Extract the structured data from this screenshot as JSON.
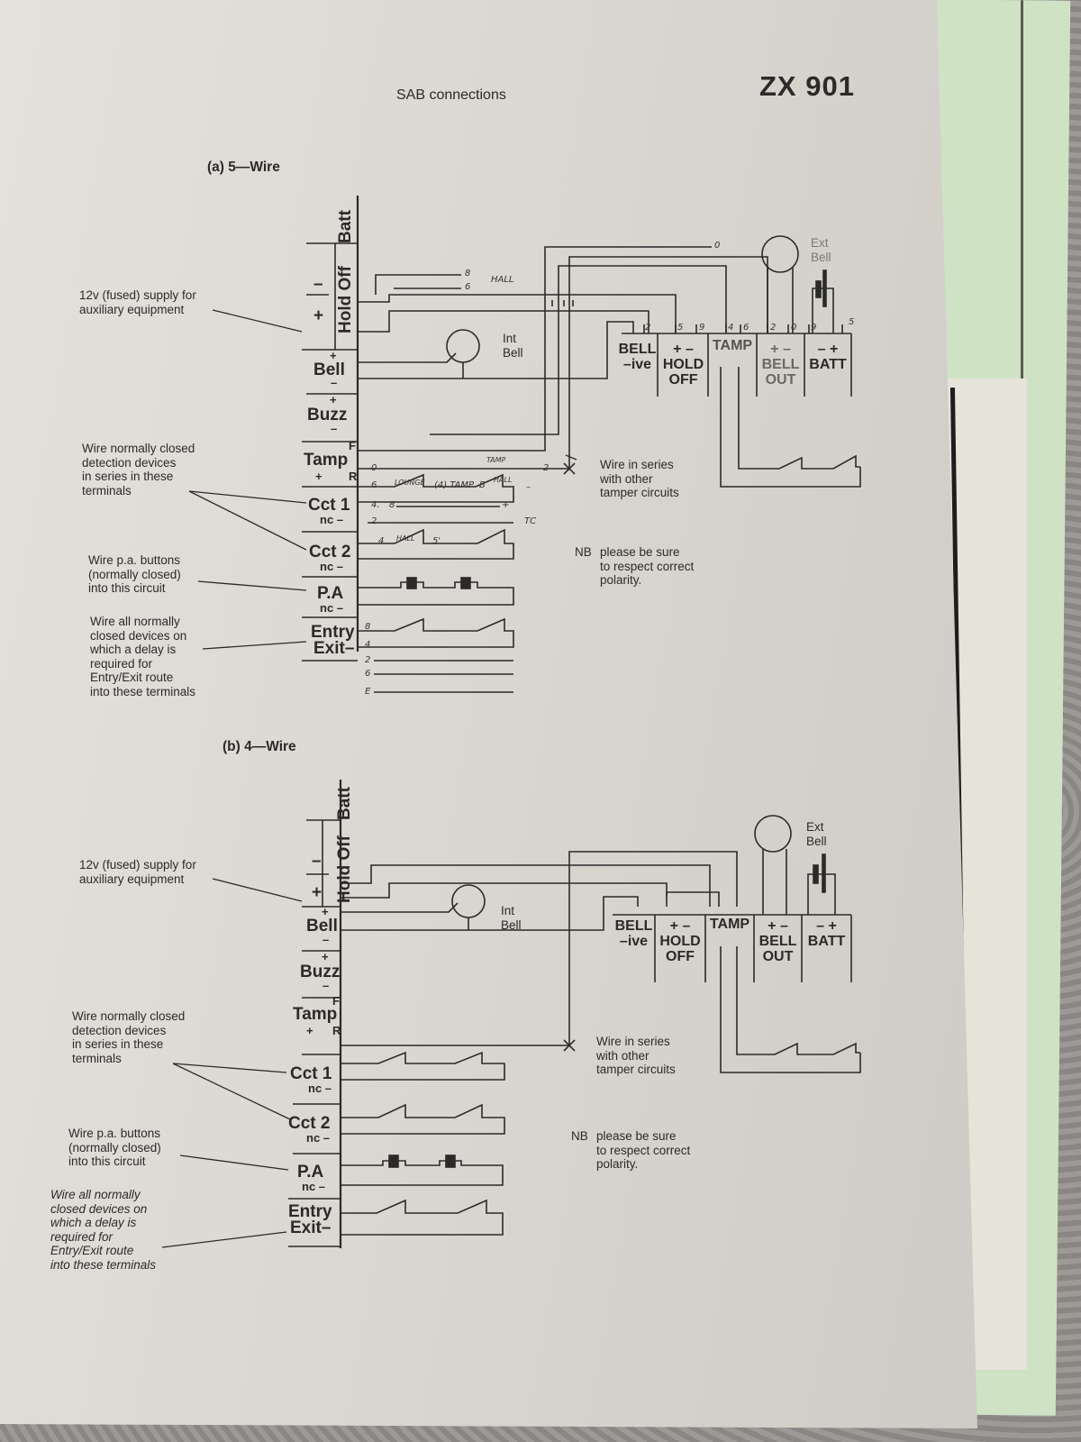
{
  "document": {
    "title": "SAB connections",
    "model": "ZX 901"
  },
  "colors": {
    "paper": "#dedbd5",
    "ink": "#2b2a28",
    "green_sheet": "#cfe3c4"
  },
  "section_a": {
    "heading": "(a) 5—Wire",
    "panel_terminals": {
      "batt": "Batt",
      "hold_off": "Hold Off",
      "hold_minus": "–",
      "hold_plus": "+",
      "bell": "Bell",
      "bell_plus": "+",
      "bell_minus": "–",
      "buzz": "Buzz",
      "buzz_plus": "+",
      "buzz_minus": "–",
      "tamp": "Tamp",
      "tamp_f": "F",
      "tamp_plus": "+",
      "tamp_r": "R",
      "cct1": "Cct 1",
      "cct1_nc": "nc –",
      "cct2": "Cct 2",
      "cct2_nc": "nc –",
      "pa": "P.A",
      "pa_nc": "nc –",
      "entry": "Entry",
      "exit": "Exit–"
    },
    "notes": {
      "aux_supply": "12v (fused) supply for\nauxiliary equipment",
      "detection": "Wire normally closed\ndetection devices\nin series in these\nterminals",
      "pa_buttons": "Wire p.a. buttons\n(normally closed)\ninto this circuit",
      "entry_exit": "Wire all normally\nclosed devices on\nwhich a delay is\nrequired for\nEntry/Exit route\ninto these terminals",
      "tamper_series": "Wire in series\nwith other\ntamper circuits",
      "polarity_nb": "NB",
      "polarity": "please be sure\nto respect correct\npolarity."
    },
    "int_bell": "Int\nBell",
    "ext_bell": "Ext\nBell",
    "sab_blocks": [
      {
        "top": "BELL",
        "bottom": "–ive"
      },
      {
        "top": "+ –",
        "bottom": "HOLD\nOFF"
      },
      {
        "top": "TAMP",
        "bottom": ""
      },
      {
        "top": "+ –",
        "bottom": "BELL\nOUT"
      },
      {
        "top": "– +",
        "bottom": "BATT"
      }
    ],
    "handwritten": {
      "wire_numbers_top": [
        "2",
        "5",
        "9",
        "4",
        "6",
        "2",
        "0",
        "9",
        "5"
      ],
      "hall_8": "8",
      "hall_6": "6",
      "hall": "HALL",
      "top_0": "0",
      "tamp_0": "0",
      "tamp_2": "2",
      "tamp_label": "TAMP",
      "hall_small": "HALL",
      "cct1_6": "6",
      "lounge": "LOUNGE",
      "tamp4": "(4) TAMP",
      "b": "B",
      "minus": "–",
      "cct1_4": "4.",
      "cct1_8": "8",
      "plus": "+",
      "nc_2": "2",
      "tc": "TC",
      "cct2_4": "4",
      "cct2_hall": "HALL",
      "cct2_5": "5'",
      "entry_8": "8",
      "entry_4": "4",
      "spare_2": "2",
      "spare_6": "6",
      "spare_e": "E"
    }
  },
  "section_b": {
    "heading": "(b) 4—Wire",
    "panel_terminals": {
      "batt": "Batt",
      "hold_off": "Hold Off",
      "hold_minus": "–",
      "hold_plus": "+",
      "bell": "Bell",
      "bell_plus": "+",
      "bell_minus": "–",
      "buzz": "Buzz",
      "buzz_plus": "+",
      "buzz_minus": "–",
      "tamp": "Tamp",
      "tamp_f": "F",
      "tamp_plus": "+",
      "tamp_r": "R",
      "cct1": "Cct 1",
      "cct1_nc": "nc –",
      "cct2": "Cct 2",
      "cct2_nc": "nc –",
      "pa": "P.A",
      "pa_nc": "nc –",
      "entry": "Entry",
      "exit": "Exit–"
    },
    "notes": {
      "aux_supply": "12v (fused) supply for\nauxiliary equipment",
      "detection": "Wire normally closed\ndetection devices\nin series in these\nterminals",
      "pa_buttons": "Wire p.a. buttons\n(normally closed)\ninto this circuit",
      "entry_exit": "Wire all normally\nclosed devices on\nwhich a delay is\nrequired for\nEntry/Exit route\ninto these terminals",
      "tamper_series": "Wire in series\nwith other\ntamper circuits",
      "polarity_nb": "NB",
      "polarity": "please be sure\nto respect correct\npolarity."
    },
    "int_bell": "Int\nBell",
    "ext_bell": "Ext\nBell",
    "sab_blocks": [
      {
        "top": "BELL",
        "bottom": "–ive"
      },
      {
        "top": "+ –",
        "bottom": "HOLD\nOFF"
      },
      {
        "top": "TAMP",
        "bottom": ""
      },
      {
        "top": "+ –",
        "bottom": "BELL\nOUT"
      },
      {
        "top": "– +",
        "bottom": "BATT"
      }
    ]
  }
}
